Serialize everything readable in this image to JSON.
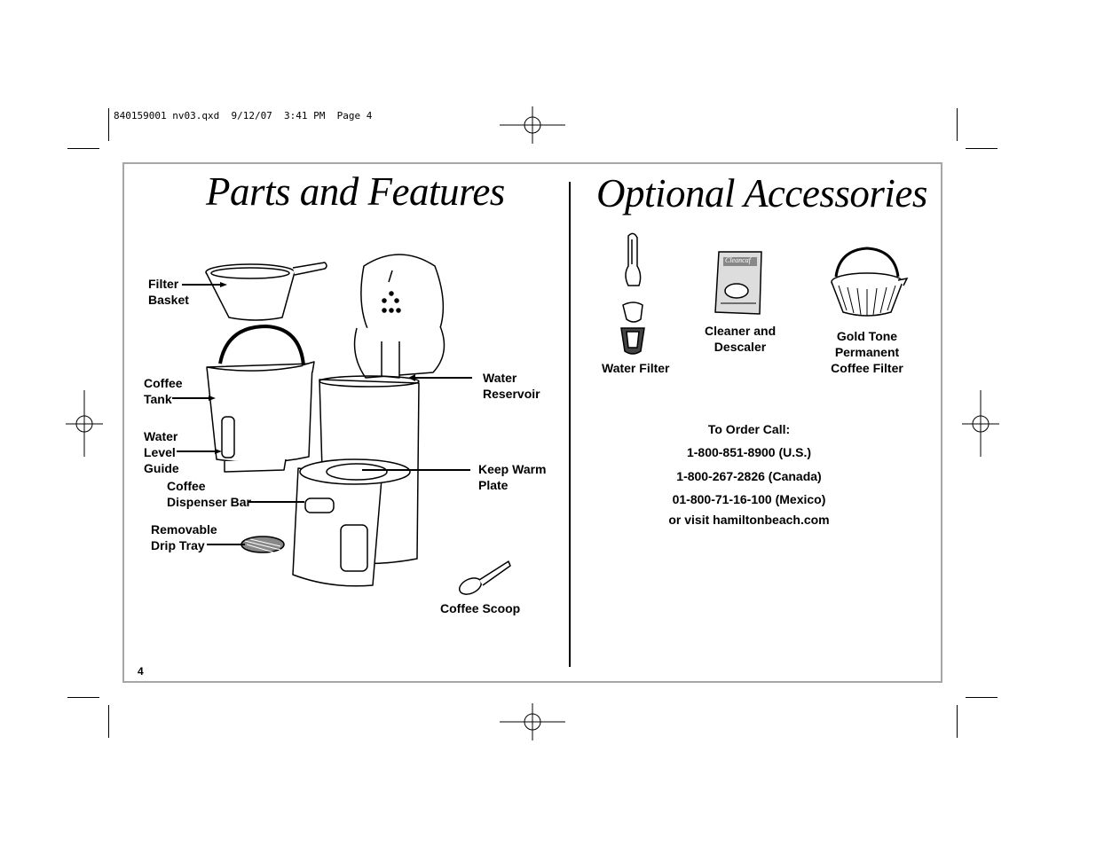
{
  "slug": "840159001 nv03.qxd  9/12/07  3:41 PM  Page 4",
  "parts_title": "Parts and Features",
  "accessories_title": "Optional Accessories",
  "parts": {
    "filter_basket": [
      "Filter",
      "Basket"
    ],
    "coffee_tank": [
      "Coffee",
      "Tank"
    ],
    "water_level_guide": [
      "Water",
      "Level",
      "Guide"
    ],
    "coffee_dispenser_bar": [
      "Coffee",
      "Dispenser Bar"
    ],
    "removable_drip_tray": [
      "Removable",
      "Drip Tray"
    ],
    "water_reservoir": [
      "Water",
      "Reservoir"
    ],
    "keep_warm_plate": [
      "Keep Warm",
      "Plate"
    ],
    "coffee_scoop": "Coffee Scoop"
  },
  "accessories": {
    "water_filter": "Water Filter",
    "cleaner": [
      "Cleaner and",
      "Descaler"
    ],
    "gold_tone": [
      "Gold Tone",
      "Permanent",
      "Coffee Filter"
    ],
    "cleaner_box_brand": "Cleancaf"
  },
  "order": {
    "heading": "To Order Call:",
    "us": "1-800-851-8900 (U.S.)",
    "canada": "1-800-267-2826 (Canada)",
    "mexico": "01-800-71-16-100 (Mexico)",
    "web": "or visit hamiltonbeach.com"
  },
  "page_number": "4"
}
